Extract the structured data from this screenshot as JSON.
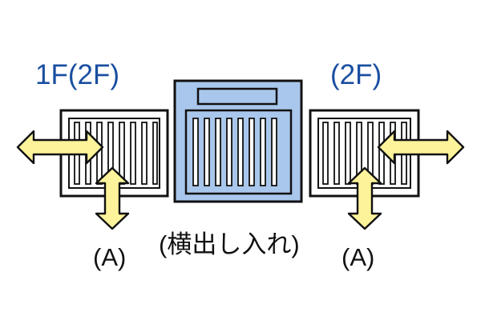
{
  "labels": {
    "floor_left": "1F(2F)",
    "floor_right": "(2F)",
    "access_left": "(A)",
    "access_right": "(A)",
    "center_note": "(横出し入れ)"
  },
  "colors": {
    "label_blue": "#1a4fa0",
    "unit_fill": "#a9c7ec",
    "arrow_fill": "#fdf39a",
    "outline": "#111111"
  },
  "icons": {
    "double_arrow": "yellow-double-arrow-icon",
    "filter": "filter-grille-icon"
  }
}
